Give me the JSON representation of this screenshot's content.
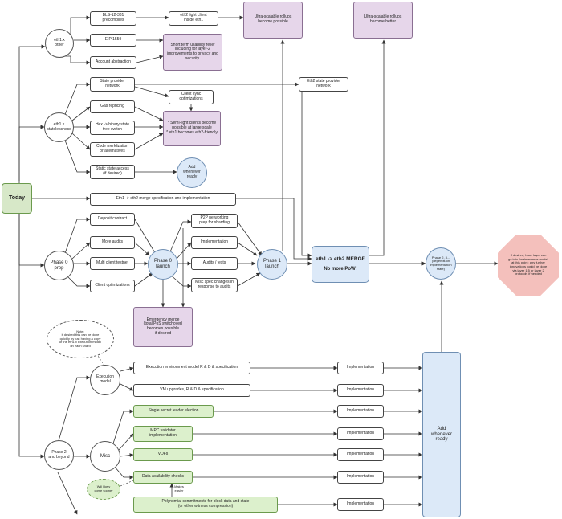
{
  "nodes": {
    "today": "Today",
    "eth1x_other": "eth1.x\nother",
    "bls": "BLS-12-381\nprecompiles",
    "eth2_light_client": "eth2 light client\ninside eth1",
    "ultra_rollups_possible": "Ultra-scalable rollups\nbecome possible",
    "ultra_rollups_better": "Ultra-scalable rollups\nbecome better",
    "eip1559": "EIP 1559",
    "short_term_usability": "Short term usability relief\nincluding for layer-2\nimprovements to privacy and\nsecurity.",
    "account_abstraction": "Account abstraction",
    "state_provider_network": "State provider\nnetwork",
    "eth2_state_provider_network": "Eth2 state provider\nnetwork",
    "eth1x_statelessness": "eth1.x\nstatelessness",
    "gas_repricing": "Gas repricing",
    "client_sync": "Client sync\noptimizations",
    "hex_binary": "Hex -> binary state\ntree switch",
    "semi_light": "* Semi-light clients become\npossible at large scale\n* eth1 becomes eth2-friendly",
    "code_merklization": "Code merklization\nor alternatives",
    "static_state_access": "Static state access\n(if desired)",
    "add_whenever_ready_1": "Add\nwhenever\nready",
    "merge_spec": "Eth1 -> eth2 merge specification and implementation",
    "deposit_contract": "Deposit contract",
    "p2p_networking": "P2P networking\nprep for sharding",
    "more_audits": "More audits",
    "implementation_p0": "Implementation",
    "phase0_prep": "Phase 0\nprep",
    "multi_client": "Multi client testnet",
    "phase0_launch": "Phase 0\nlaunch",
    "audits_tests": "Audits / tests",
    "phase1_launch": "Phase 1\nlaunch",
    "merge_title": "eth1 -> eth2 MERGE",
    "merge_subtitle": "No more PoW!",
    "phase123": "Phase 2, 3...\n(depends on\nimplementation\nstate)",
    "maintenance_mode": "If desired, base layer can\ngo into \"maintenance mode\"\nat this point; any further\ninnovations could be done\nvia layer 1.5 or layer 2\nprotocols if needed",
    "client_optimizations": "Client optimizations",
    "misc_spec_changes": "Misc spec changes in\nresponse to audits",
    "emergency_merge": "Emergency merge\n(total PoS switchover)\nbecomes possible\nif desired",
    "note_cloud": "Note:\nif desired this can be done\nquickly by just having a copy\nof the eth1.x execution model\non each shard",
    "execution_model": "Execution\nmodel",
    "exec_env_rd": "Execution environment model R & D & specification",
    "impl_exec_env": "Implementation",
    "vm_upgrades": "VM upgrades, R & D & specification",
    "impl_vm": "Implementation",
    "phase2_beyond": "Phase 2\nand beyond",
    "ssle": "Single secret leader election",
    "impl_ssle": "Implementation",
    "mpc_validator": "MPC validator\nimplementation",
    "impl_mpc": "Implementation",
    "misc": "Misc",
    "vdfs": "VDFs",
    "impl_vdf": "Implementation",
    "add_whenever_ready_2": "Add\nwhenever\nready",
    "data_availability": "Data availability checks",
    "impl_da": "Implementation",
    "will_likely": "Will likely\ncome sooner",
    "makes_easier": "Makes\neasier",
    "polynomial_commitments": "Polynomial commitments for block data and state\n(or other witness compression)",
    "impl_poly": "Implementation"
  },
  "colors": {
    "purple": "#e6d6ea",
    "green": "#dcf0cc",
    "blue": "#dce9f8",
    "red": "#f4c0bc",
    "today_green": "#d7e8c8"
  }
}
